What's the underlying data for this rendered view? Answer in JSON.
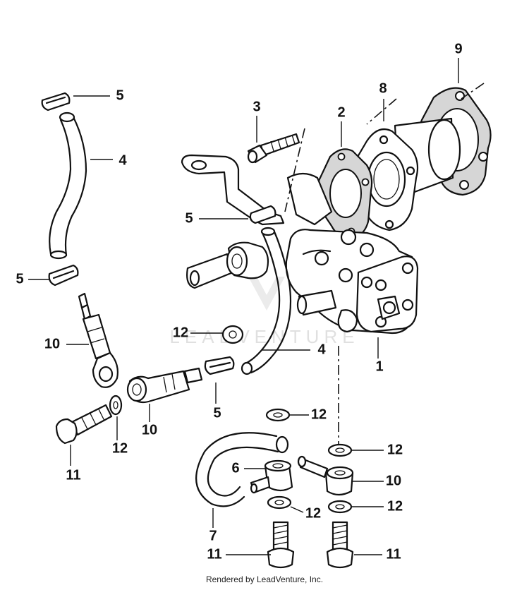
{
  "diagram": {
    "callouts": {
      "c1": "1",
      "c3": "3",
      "c4a": "4",
      "c4b": "4",
      "c5a": "5",
      "c5b": "5",
      "c5c": "5",
      "c5d": "5",
      "c6": "6",
      "c7": "7",
      "c8": "8",
      "c9": "9",
      "c10a": "10",
      "c10b": "10",
      "c10c": "10",
      "c11a": "11",
      "c11b": "11",
      "c11c": "11",
      "c12a": "12",
      "c12b": "12",
      "c12c": "12",
      "c12d": "12",
      "c12e": "12",
      "c12f": "12",
      "c2": "2"
    },
    "watermark": "LEADVENTURE"
  },
  "footer": {
    "credit": "Rendered by LeadVenture, Inc."
  }
}
